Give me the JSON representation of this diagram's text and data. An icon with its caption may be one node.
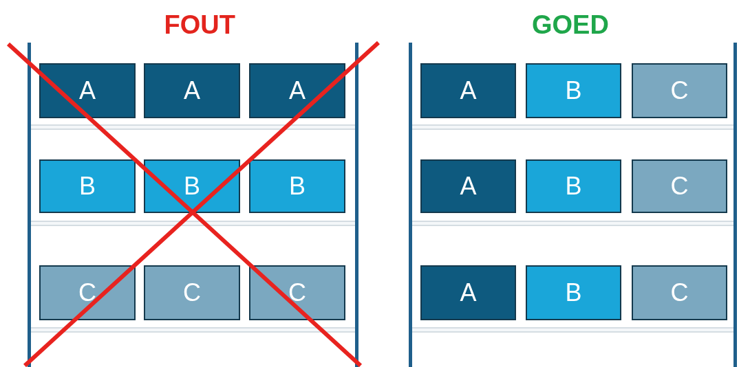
{
  "diagram": {
    "nodes": [
      {
        "text": [
          "FOUT"
        ]
      },
      {
        "text": [
          "A"
        ],
        "in": 0
      },
      {
        "text": [
          "A"
        ],
        "in": 0
      },
      {
        "text": [
          "A"
        ],
        "in": 0
      },
      {
        "text": [
          "B"
        ],
        "in": 0
      },
      {
        "text": [
          "B"
        ],
        "in": 0
      },
      {
        "text": [
          "B"
        ],
        "in": 0
      },
      {
        "text": [
          "C"
        ],
        "in": 0
      },
      {
        "text": [
          "C"
        ],
        "in": 0
      },
      {
        "text": [
          "C"
        ],
        "in": 0
      },
      {
        "text": [
          "GOED"
        ]
      },
      {
        "text": [
          "A"
        ],
        "in": 10
      },
      {
        "text": [
          "B"
        ],
        "in": 10
      },
      {
        "text": [
          "C"
        ],
        "in": 10
      },
      {
        "text": [
          "A"
        ],
        "in": 10
      },
      {
        "text": [
          "B"
        ],
        "in": 10
      },
      {
        "text": [
          "C"
        ],
        "in": 10
      },
      {
        "text": [
          "A"
        ],
        "in": 10
      },
      {
        "text": [
          "B"
        ],
        "in": 10
      },
      {
        "text": [
          "C"
        ],
        "in": 10
      }
    ],
    "edges": []
  }
}
